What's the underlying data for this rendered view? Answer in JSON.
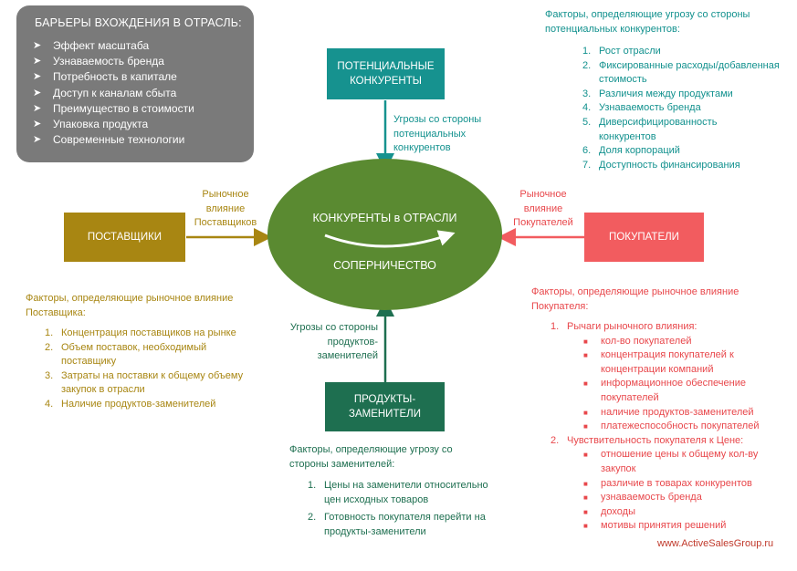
{
  "barriers": {
    "title": "БАРЬЕРЫ ВХОЖДЕНИЯ В ОТРАСЛЬ:",
    "items": [
      "Эффект масштаба",
      "Узнаваемость бренда",
      "Потребность в капитале",
      "Доступ к каналам сбыта",
      "Преимущество в стоимости",
      "Упаковка продукта",
      "Современные технологии"
    ]
  },
  "nodes": {
    "potential": "ПОТЕНЦИАЛЬНЫЕ КОНКУРЕНТЫ",
    "suppliers": "ПОСТАВЩИКИ",
    "buyers": "ПОКУПАТЕЛИ",
    "substitutes": "ПРОДУКТЫ-ЗАМЕНИТЕЛИ",
    "center_top": "КОНКУРЕНТЫ в ОТРАСЛИ",
    "center_bottom": "СОПЕРНИЧЕСТВО"
  },
  "arrow_labels": {
    "potential": "Угрозы со стороны потенциальных конкурентов",
    "suppliers": "Рыночное влияние Поставщиков",
    "buyers": "Рыночное влияние Покупателей",
    "substitutes": "Угрозы со стороны продуктов-заменителей"
  },
  "potential_factors": {
    "title": "Факторы, определяющие угрозу со стороны потенциальных конкурентов:",
    "items": [
      "Рост отрасли",
      "Фиксированные расходы/добавленная стоимость",
      "Различия между продуктами",
      "Узнаваемость бренда",
      "Диверсифицированность конкурентов",
      "Доля корпораций",
      "Доступность финансирования"
    ]
  },
  "supplier_factors": {
    "title": "Факторы, определяющие рыночное влияние Поставщика:",
    "items": [
      "Концентрация поставщиков на рынке",
      "Объем поставок, необходимый поставщику",
      "Затраты на поставки к общему объему закупок в отрасли",
      "Наличие продуктов-заменителей"
    ]
  },
  "buyer_factors": {
    "title": "Факторы, определяющие рыночное влияние Покупателя:",
    "groups": [
      {
        "label": "Рычаги рыночного влияния:",
        "items": [
          "кол-во покупателей",
          "концентрация покупателей к концентрации компаний",
          "информационное обеспечение покупателей",
          "наличие продуктов-заменителей",
          "платежеспособность покупателей"
        ]
      },
      {
        "label": "Чувствительность покупателя к Цене:",
        "items": [
          "отношение цены к общему кол-ву закупок",
          "различие в товарах конкурентов",
          "узнаваемость бренда",
          "доходы",
          "мотивы принятия решений"
        ]
      }
    ]
  },
  "substitute_factors": {
    "title": "Факторы, определяющие угрозу со стороны заменителей:",
    "items": [
      "Цены на заменители относительно цен исходных товаров",
      "Готовность покупателя перейти на продукты-заменители"
    ]
  },
  "website": "www.ActiveSalesGroup.ru",
  "colors": {
    "teal": "#16928f",
    "gold": "#a88612",
    "red": "#f25c5f",
    "green": "#1e6f50",
    "ellipse": "#5a8a31",
    "barrier": "#7a7a7a"
  }
}
